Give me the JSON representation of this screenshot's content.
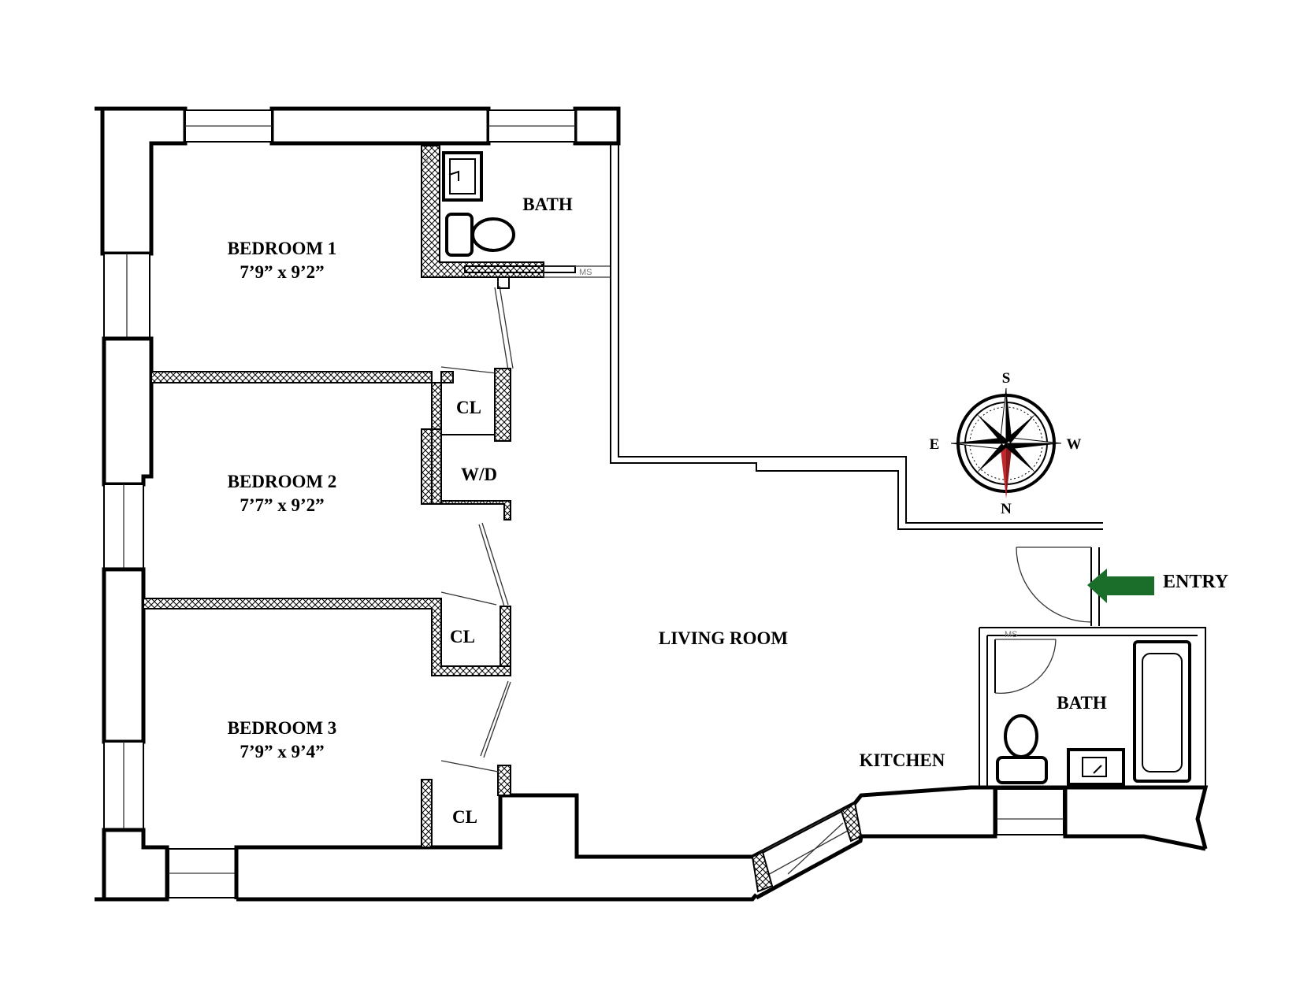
{
  "rooms": {
    "bedroom1": {
      "name": "BEDROOM 1",
      "size": "7’9” x 9’2”"
    },
    "bedroom2": {
      "name": "BEDROOM 2",
      "size": "7’7” x 9’2”"
    },
    "bedroom3": {
      "name": "BEDROOM 3",
      "size": "7’9” x 9’4”"
    },
    "bath_top": {
      "name": "BATH"
    },
    "bath_right": {
      "name": "BATH"
    },
    "closet1": {
      "name": "CL"
    },
    "closet2": {
      "name": "CL"
    },
    "closet3": {
      "name": "CL"
    },
    "laundry": {
      "name": "W/D"
    },
    "living": {
      "name": "LIVING ROOM"
    },
    "kitchen": {
      "name": "KITCHEN"
    }
  },
  "markers": {
    "wall_thickness": "8\"",
    "ms_top": "MS",
    "ms_bottom": "MS"
  },
  "entry": {
    "label": "ENTRY",
    "arrow_color": "#1a6e2a"
  },
  "compass": {
    "top": "S",
    "bottom": "N",
    "left": "E",
    "right": "W",
    "needle_color": "#c0262a"
  }
}
